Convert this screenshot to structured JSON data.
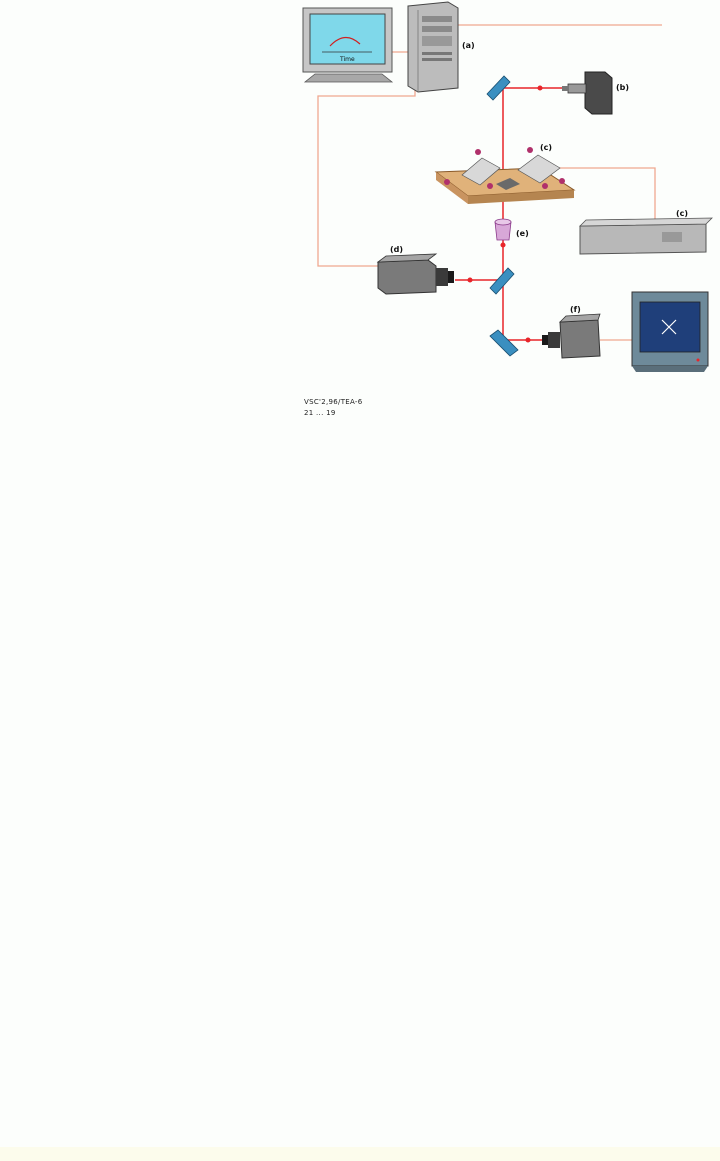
{
  "diagram": {
    "labels": {
      "computer": "(a)",
      "laser": "(b)",
      "stage": "(c)",
      "controller": "(c)",
      "objective": "(e)",
      "camera_left": "(d)",
      "camera_right": "(f)"
    },
    "monitor_left_text": "Time",
    "caption_line1": "VSC'2,96/TEA-6",
    "caption_line2": "21 ... 19"
  },
  "colors": {
    "beam": "#e8252a",
    "cable": "#f0a890",
    "stage_wood": "#e0b27a",
    "mirror": "#3a8fc0",
    "monitor_screen": "#7fd8ea",
    "monitor_dark_screen": "#1f3f7a",
    "device_gray": "#b8b8b8",
    "marker": "#b0306b"
  }
}
